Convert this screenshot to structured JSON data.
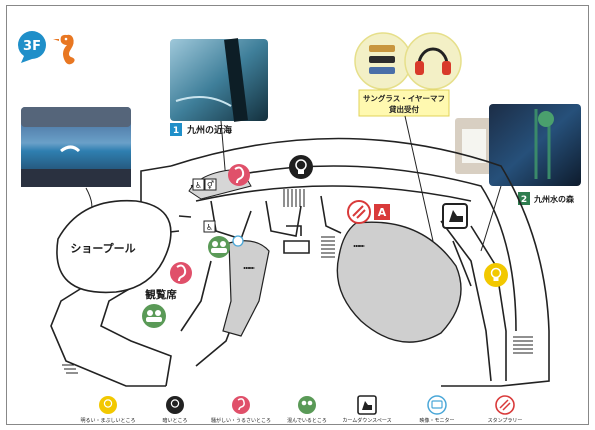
{
  "floor": {
    "label": "3F",
    "mascot_icon": "seahorse-icon"
  },
  "areas": [
    {
      "number": "1",
      "name": "九州の近海",
      "color": "#1f8fc9"
    },
    {
      "number": "2",
      "name": "九州水の森",
      "color": "#2e7d4f"
    }
  ],
  "places": {
    "show_pool": "ショープール",
    "viewing_seats": "観覧席",
    "rental": "サングラス・イヤーマフ\n貸出受付",
    "stamp_marker": "A"
  },
  "legend": [
    {
      "icon": "bright-icon",
      "label": "明るい・まぶしいところ",
      "color": "#f2c800"
    },
    {
      "icon": "dark-icon",
      "label": "暗いところ",
      "color": "#222222"
    },
    {
      "icon": "noise-icon",
      "label": "騒がしい・うるさいところ",
      "color": "#e0506a"
    },
    {
      "icon": "crowd-icon",
      "label": "混んでいるところ",
      "color": "#5a9a57"
    },
    {
      "icon": "calm-down-space-icon",
      "label": "カームダウンスペース",
      "color": "#222222"
    },
    {
      "icon": "monitor-icon",
      "label": "映像・モニター",
      "color": "#4aa7d8"
    },
    {
      "icon": "stamp-rally-icon",
      "label": "スタンプラリー",
      "color": "#d93a3a"
    }
  ]
}
